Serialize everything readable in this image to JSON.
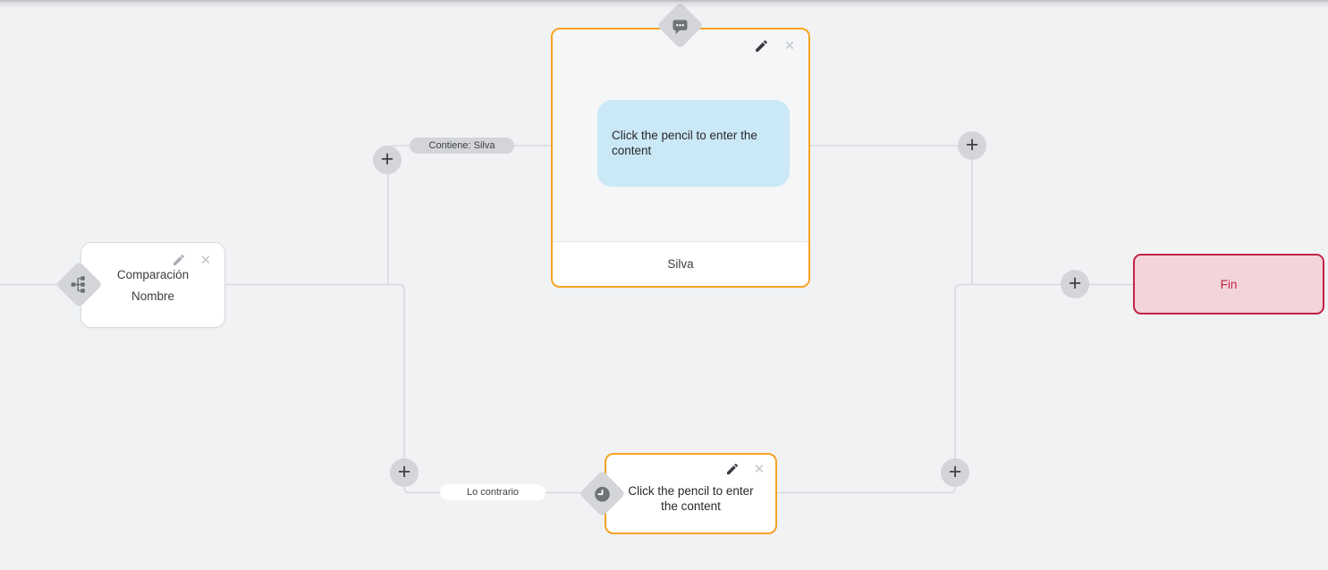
{
  "canvas": {
    "bg": "#f1f2f4",
    "line_color": "#d8d9dd",
    "accent_orange": "#f7a222",
    "widget_gray": "#d3d5d9"
  },
  "nodes": {
    "condition": {
      "title_line1": "Comparación",
      "title_line2": "Nombre",
      "type_icon": "sitemap-icon"
    },
    "message": {
      "body": "Click the pencil to enter the content",
      "footer": "Silva",
      "type_icon": "chat-dots-icon",
      "bubble_color": "#cbe8f6"
    },
    "delay": {
      "body": "Click the pencil to enter the content",
      "type_icon": "clock-icon"
    },
    "end": {
      "label": "Fin",
      "border_color": "#bf2444",
      "bg_color": "#f2d4da"
    }
  },
  "edge_labels": {
    "contains": "Contiene: Silva",
    "otherwise": "Lo contrario"
  },
  "icons": {
    "plus_glyph": "+",
    "close_glyph": "✕",
    "edit": "pencil-icon",
    "delete": "close-icon",
    "add": "plus-icon"
  }
}
